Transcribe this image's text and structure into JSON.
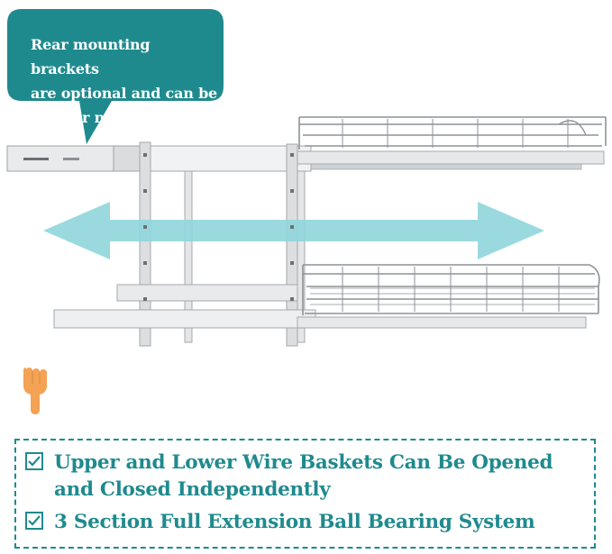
{
  "callout": {
    "text_lines": [
      "Rear mounting brackets",
      "are optional and can be",
      "used or not"
    ]
  },
  "features": [
    {
      "lines": [
        "Upper and Lower Wire Baskets Can Be Opened",
        "and Closed Independently"
      ]
    },
    {
      "lines": [
        "3 Section Full Extension Ball Bearing System"
      ]
    }
  ],
  "colors": {
    "teal": "#1f8a8e",
    "arrow": "#8fd6dc",
    "hand": "#f4a254",
    "chrome": "#b9bcc0"
  },
  "icons": [
    "speech-bubble",
    "double-arrow-icon",
    "pointing-hand-icon",
    "check-icon"
  ]
}
